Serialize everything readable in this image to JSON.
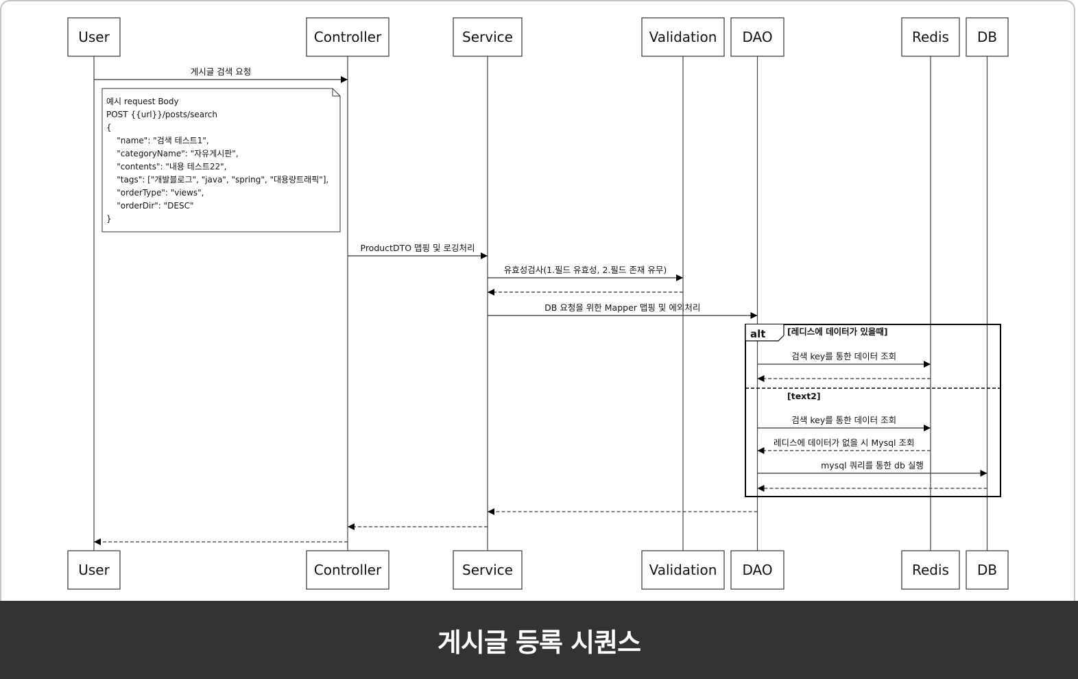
{
  "diagram": {
    "participants": [
      "User",
      "Controller",
      "Service",
      "Validation",
      "DAO",
      "Redis",
      "DB"
    ],
    "messages": [
      {
        "from": "User",
        "to": "Controller",
        "label": "게시글 검색 요청",
        "dashed": false
      },
      {
        "from": "Controller",
        "to": "Service",
        "label": "ProductDTO 맵핑 및 로깅처리",
        "dashed": false
      },
      {
        "from": "Service",
        "to": "Validation",
        "label": "유효성검사(1.필드 유효성, 2.필드 존재 유무)",
        "dashed": false
      },
      {
        "from": "Validation",
        "to": "Service",
        "label": "",
        "dashed": true
      },
      {
        "from": "Service",
        "to": "DAO",
        "label": "DB 요청을 위한 Mapper 맵핑 및 에외처리",
        "dashed": false
      },
      {
        "from": "DAO",
        "to": "Redis",
        "label": "검색 key를 통한 데이터 조회",
        "dashed": false
      },
      {
        "from": "Redis",
        "to": "DAO",
        "label": "",
        "dashed": true
      },
      {
        "from": "DAO",
        "to": "Redis",
        "label": "검색 key를 통한 데이터 조회",
        "dashed": false
      },
      {
        "from": "Redis",
        "to": "DAO",
        "label": "레디스에 데이터가 없을 시 Mysql 조회",
        "dashed": true
      },
      {
        "from": "DAO",
        "to": "DB",
        "label": "mysql 쿼리를 통한 db 실행",
        "dashed": false
      },
      {
        "from": "DB",
        "to": "DAO",
        "label": "",
        "dashed": true
      },
      {
        "from": "DAO",
        "to": "Service",
        "label": "",
        "dashed": true
      },
      {
        "from": "Service",
        "to": "Controller",
        "label": "",
        "dashed": true
      },
      {
        "from": "Controller",
        "to": "User",
        "label": "",
        "dashed": true
      }
    ],
    "note": {
      "lines": [
        "예시 request Body",
        "POST {{url}}/posts/search",
        "{",
        "    \"name\": \"검색 테스트1\",",
        "    \"categoryName\": \"자유게시판\",",
        "    \"contents\": \"내용 테스트22\",",
        "    \"tags\": [\"개발블로그\", \"java\", \"spring\", \"대용량트래픽\"],",
        "    \"orderType\": \"views\",",
        "    \"orderDir\": \"DESC\"",
        "}"
      ]
    },
    "alt": {
      "keyword": "alt",
      "condition1": "[레디스에 데이터가 있을때]",
      "condition2": "[text2]"
    }
  },
  "caption": "게시글 등록 시퀀스"
}
